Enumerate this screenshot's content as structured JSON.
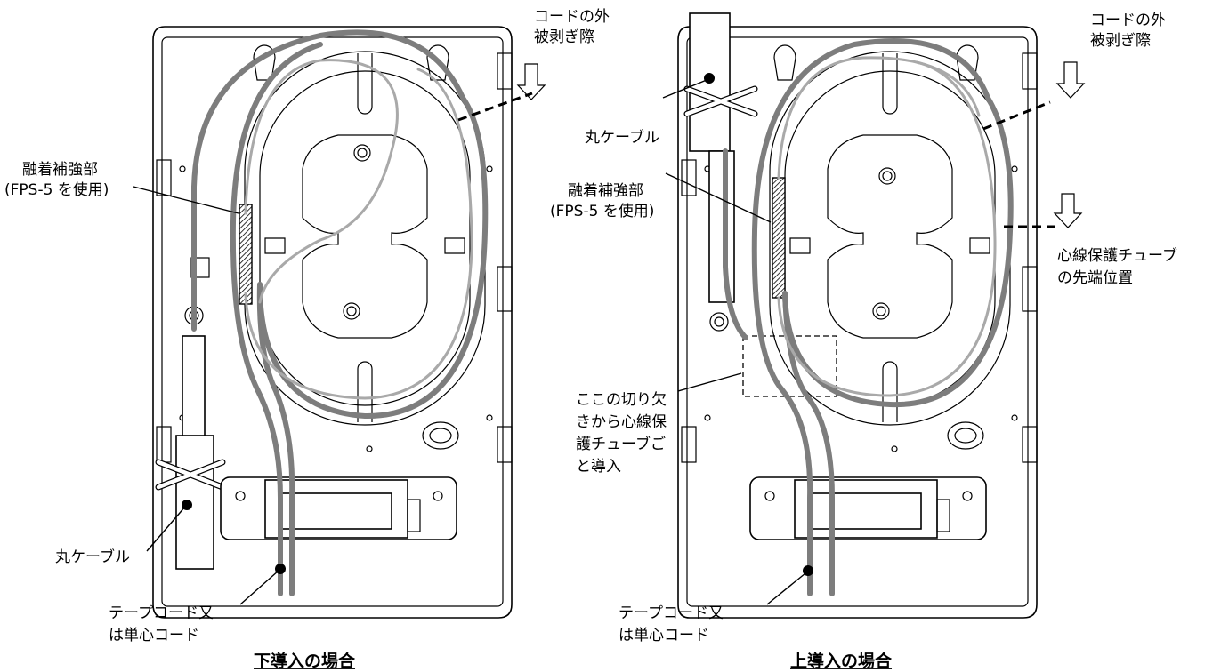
{
  "left_panel": {
    "title": "下導入の場合",
    "label_strip": [
      "コードの外",
      "被剥ぎ際"
    ],
    "label_splice": [
      "融着補強部",
      "(FPS-5 を使用)"
    ],
    "label_round_cable": "丸ケーブル",
    "label_tape_cord": [
      "テープコード又",
      "は単心コード"
    ]
  },
  "right_panel": {
    "title": "上導入の場合",
    "label_strip": [
      "コードの外",
      "被剥ぎ際"
    ],
    "label_splice": [
      "融着補強部",
      "(FPS-5 を使用)"
    ],
    "label_round_cable": "丸ケーブル",
    "label_tube_tip": [
      "心線保護チューブ",
      "の先端位置"
    ],
    "label_notch": [
      "ここの切り欠",
      "きから心線保",
      "護チューブご",
      "と導入"
    ],
    "label_tape_cord": [
      "テープコード又",
      "は単心コード"
    ]
  },
  "colors": {
    "cord": "#7d7d7d",
    "fiber": "#a9a9a9",
    "line": "#000000"
  }
}
